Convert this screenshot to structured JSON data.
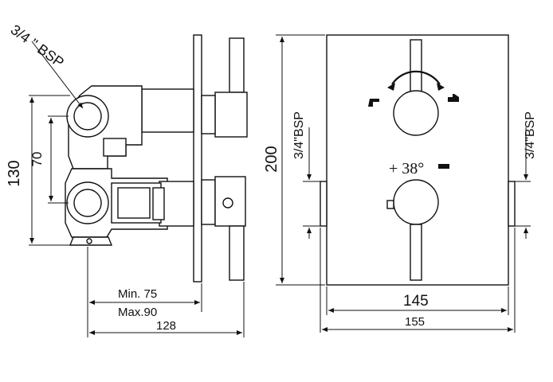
{
  "side_view": {
    "thread_label": "3/4 \" BSP",
    "height_outer": "130",
    "height_inner": "70",
    "min_depth": "Min. 75",
    "max_depth": "Max.90",
    "total_depth": "128"
  },
  "front_view": {
    "height": "200",
    "width_plate": "145",
    "width_total": "155",
    "thread_left": "3/4\"BSP",
    "thread_right": "3/4\"BSP",
    "temperature": "+ 38°",
    "minus_sign": "–"
  },
  "icons": [
    "spout-icon",
    "shower-handset-icon",
    "rotation-arrow-icon"
  ]
}
